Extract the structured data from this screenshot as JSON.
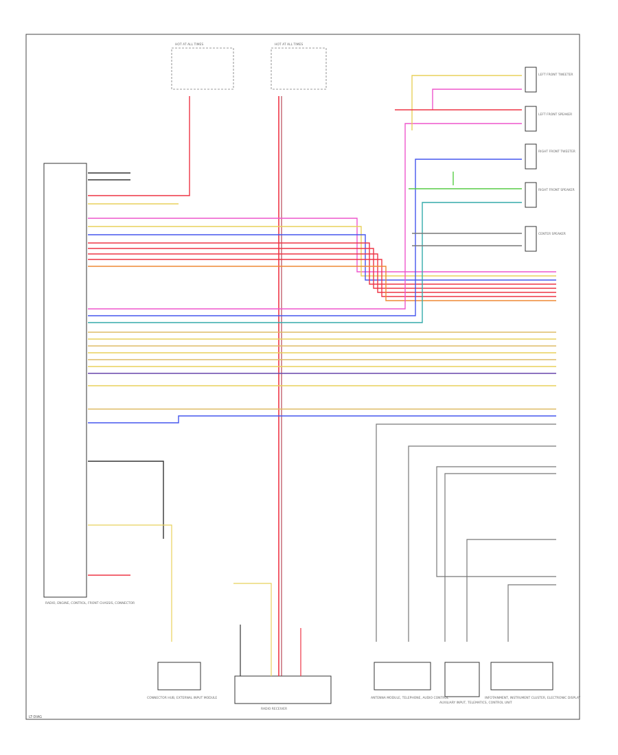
{
  "page_label": "LT-DIAG",
  "modules": {
    "audio_module": "RADIO, ENGINE, CONTROL, FRONT CHASSIS, CONNECTOR",
    "radio_receiver": "RADIO RECEIVER",
    "connector_hub": "CONNECTOR HUB, EXTERNAL INPUT MODULE",
    "antenna_module": "ANTENNA MODULE, TELEPHONE, AUDIO CONTROL",
    "aux_module": "AUXILIARY INPUT, TELEMATICS, CONTROL UNIT",
    "infotainment": "INFOTAINMENT, INSTRUMENT CLUSTER, ELECTRONIC DISPLAY"
  },
  "speakers": [
    "LEFT FRONT TWEETER",
    "LEFT FRONT SPEAKER",
    "RIGHT FRONT TWEETER",
    "RIGHT FRONT SPEAKER",
    "CENTER SPEAKER"
  ],
  "fuse_boxes": [
    "HOT AT ALL TIMES",
    "HOT AT ALL TIMES"
  ],
  "colors": {
    "yellow": "#e8d05a",
    "pink": "#ee55cc",
    "red": "#ee3344",
    "blue": "#4455ee",
    "green": "#55cc44",
    "teal": "#33aaaa",
    "orange": "#ee8833",
    "purple": "#6644aa",
    "tan": "#ddbb66",
    "gray": "#777777",
    "dkred": "#aa2233",
    "black": "#333333"
  }
}
